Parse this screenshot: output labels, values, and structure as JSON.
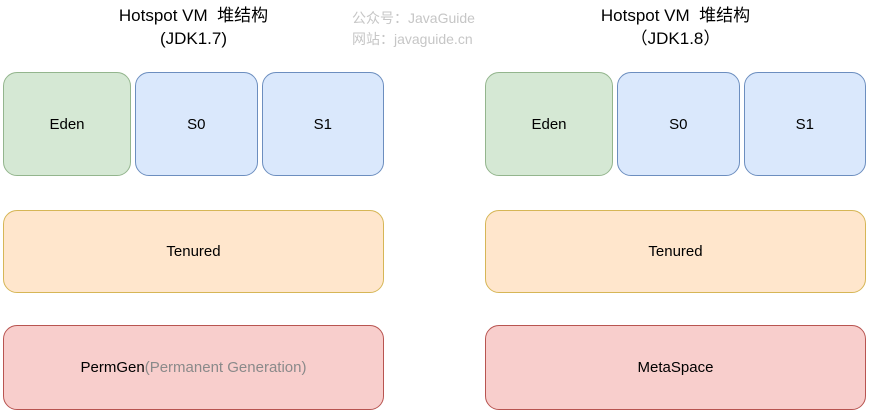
{
  "watermark": {
    "line1": "公众号：JavaGuide",
    "line2": "网站：javaguide.cn"
  },
  "colors": {
    "eden_fill": "#d5e8d4",
    "eden_border": "#93b58d",
    "survivor_fill": "#dae8fc",
    "survivor_border": "#6c8ebf",
    "tenured_fill": "#ffe6cc",
    "tenured_border": "#d6b656",
    "perm_fill": "#f8cecc",
    "perm_border": "#b85450",
    "watermark_text": "#c6c6c6",
    "secondary_text": "#8a8a8a",
    "text": "#000000",
    "background": "#ffffff"
  },
  "panels": [
    {
      "id": "jdk17",
      "title_line1": "Hotspot VM  堆结构",
      "title_line2": "(JDK1.7)",
      "young": [
        {
          "label": "Eden"
        },
        {
          "label": "S0"
        },
        {
          "label": "S1"
        }
      ],
      "tenured_label": "Tenured",
      "bottom_main": "PermGen",
      "bottom_sub": "(Permanent Generation)"
    },
    {
      "id": "jdk18",
      "title_line1": "Hotspot VM  堆结构",
      "title_line2": "（JDK1.8）",
      "young": [
        {
          "label": "Eden"
        },
        {
          "label": "S0"
        },
        {
          "label": "S1"
        }
      ],
      "tenured_label": "Tenured",
      "bottom_main": "MetaSpace",
      "bottom_sub": ""
    }
  ]
}
